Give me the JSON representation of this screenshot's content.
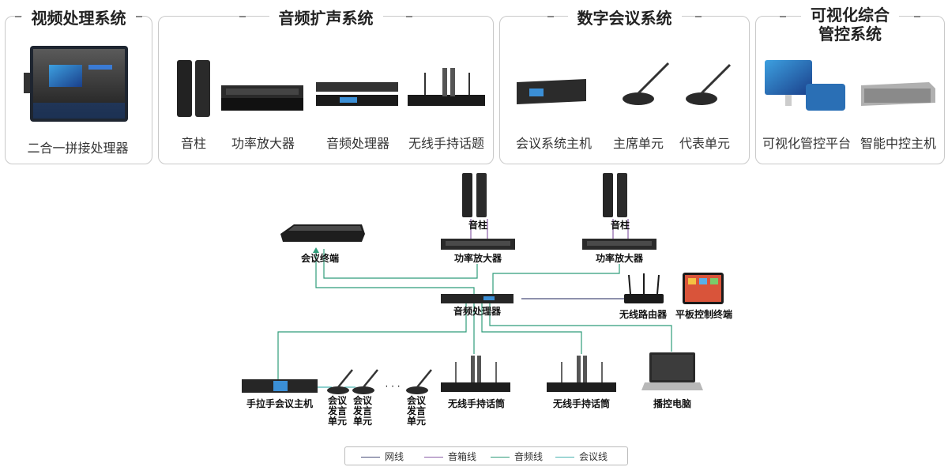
{
  "panels": {
    "video": {
      "title": "视频处理系统",
      "items": [
        "二合一拼接处理器"
      ]
    },
    "audio": {
      "title": "音频扩声系统",
      "items": [
        "音柱",
        "功率放大器",
        "音频处理器",
        "无线手持话题"
      ]
    },
    "conf": {
      "title": "数字会议系统",
      "items": [
        "会议系统主机",
        "主席单元",
        "代表单元"
      ]
    },
    "vis": {
      "title_line1": "可视化综合",
      "title_line2": "管控系统",
      "items": [
        "可视化管控平台",
        "智能中控主机"
      ]
    }
  },
  "diagram": {
    "speaker1": "音柱",
    "speaker2": "音柱",
    "amp1": "功率放大器",
    "amp2": "功率放大器",
    "conf_terminal": "会议终端",
    "processor": "音频处理器",
    "router": "无线路由器",
    "tablet": "平板控制终端",
    "host": "手拉手会议主机",
    "unit1": "会议\n发言\n单元",
    "unit2": "会议\n发言\n单元",
    "unit3": "会议\n发言\n单元",
    "ellipsis": "· · ·",
    "mic1": "无线手持话筒",
    "mic2": "无线手持话筒",
    "pc": "播控电脑"
  },
  "legend": [
    {
      "label": "网线",
      "color": "#4a4f7a"
    },
    {
      "label": "音箱线",
      "color": "#8a5fa8"
    },
    {
      "label": "音频线",
      "color": "#2f9c7a"
    },
    {
      "label": "会议线",
      "color": "#49b3b0"
    }
  ],
  "colors": {
    "net": "#4a4f7a",
    "speaker": "#8a5fa8",
    "audio": "#2f9c7a",
    "conf": "#49b3b0"
  }
}
